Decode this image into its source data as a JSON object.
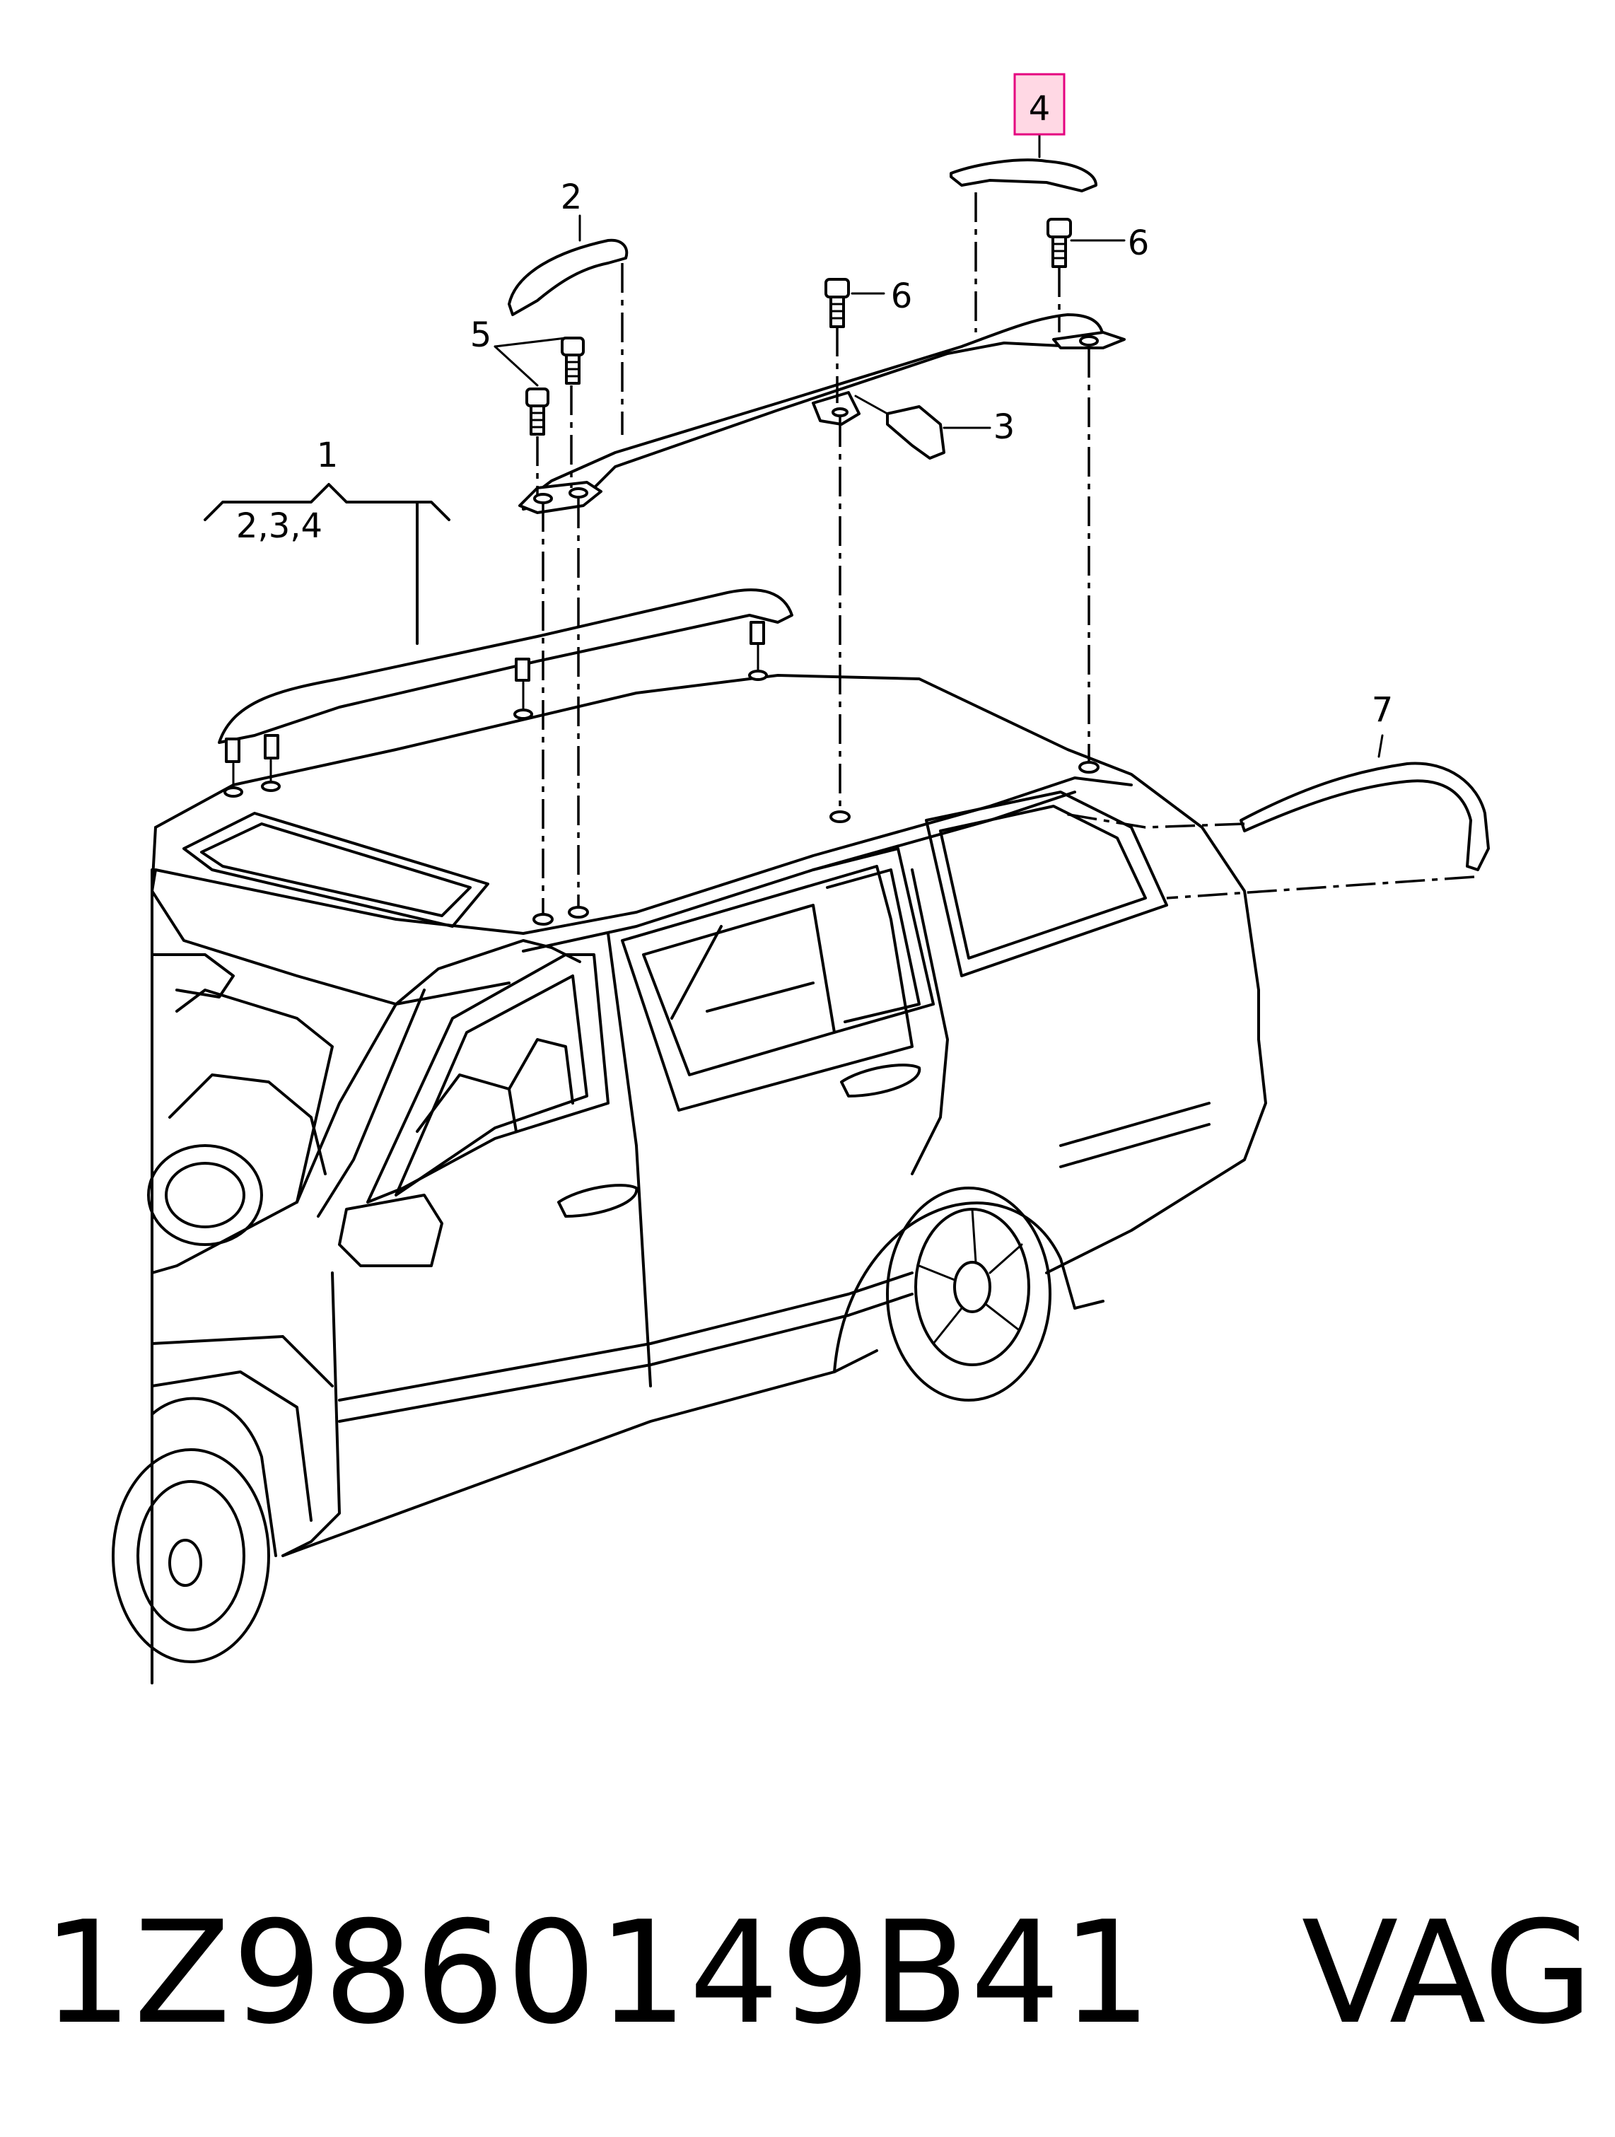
{
  "callouts": {
    "c1": "1",
    "c1_sub": "2,3,4",
    "c2": "2",
    "c3": "3",
    "c4": "4",
    "c5": "5",
    "c6a": "6",
    "c6b": "6",
    "c7": "7"
  },
  "highlight": {
    "callout": "4",
    "color": "#e4007f"
  },
  "footer": {
    "part_number": "1Z9860149B41",
    "brand": "VAG"
  }
}
